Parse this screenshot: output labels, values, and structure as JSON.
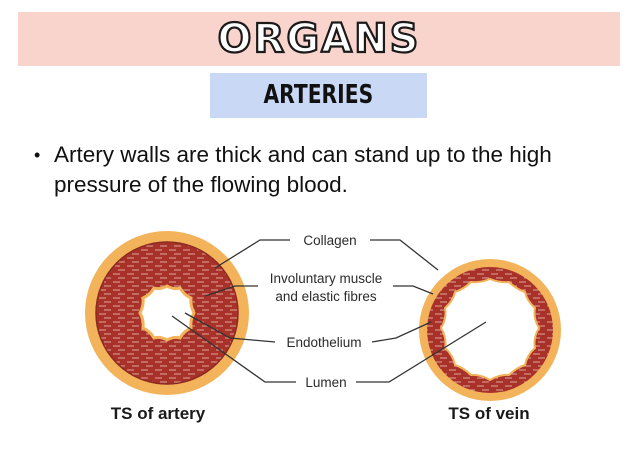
{
  "header": {
    "title": "ORGANS"
  },
  "subheader": {
    "label": "ARTERIES"
  },
  "bullet": {
    "symbol": "•",
    "line1": "Artery walls are thick and can stand up to the high",
    "line2": "pressure of the flowing blood."
  },
  "diagram": {
    "labels": {
      "collagen": "Collagen",
      "muscle_line1": "Involuntary muscle",
      "muscle_line2": "and elastic fibres",
      "endothelium": "Endothelium",
      "lumen": "Lumen"
    },
    "captions": {
      "artery": "TS of artery",
      "vein": "TS of vein"
    },
    "colors": {
      "outer_layer": "#f2b35a",
      "muscle_layer": "#a8322a",
      "lumen": "#ffffff",
      "title_band": "#f9d4cc",
      "subtitle_band": "#c9d9f5"
    }
  }
}
